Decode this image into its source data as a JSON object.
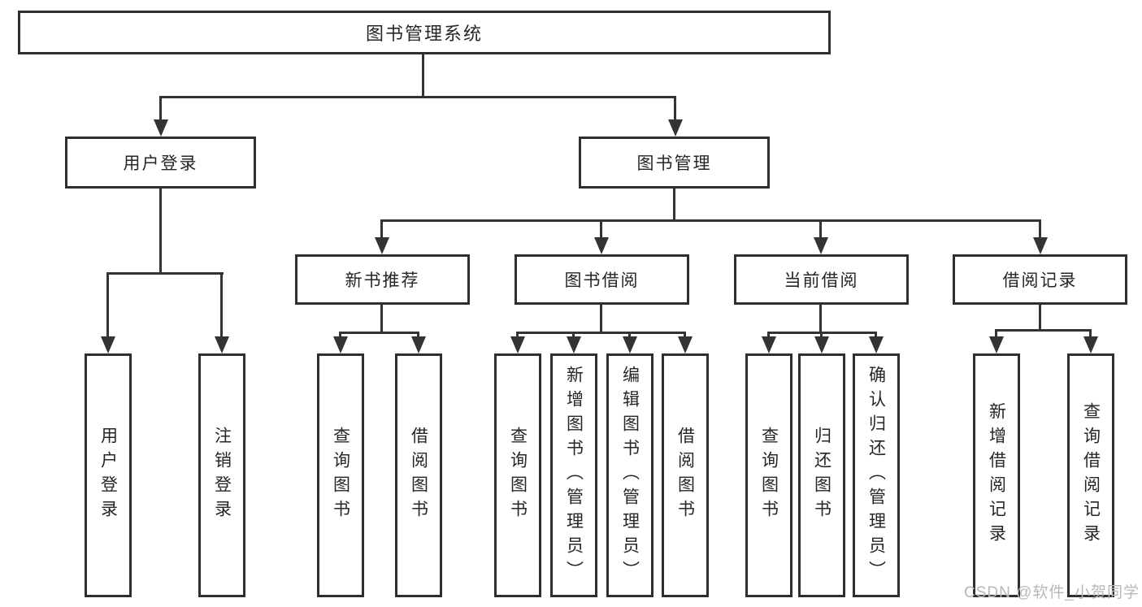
{
  "root": {
    "label": "图书管理系统"
  },
  "branches": [
    {
      "label": "用户登录",
      "children": [
        {
          "label": "用户登录"
        },
        {
          "label": "注销登录"
        }
      ]
    },
    {
      "label": "图书管理",
      "children": [
        {
          "label": "新书推荐",
          "children": [
            {
              "label": "查询图书"
            },
            {
              "label": "借阅图书"
            }
          ]
        },
        {
          "label": "图书借阅",
          "children": [
            {
              "label": "查询图书"
            },
            {
              "label": "新增图书（管理员）"
            },
            {
              "label": "编辑图书（管理员）"
            },
            {
              "label": "借阅图书"
            }
          ]
        },
        {
          "label": "当前借阅",
          "children": [
            {
              "label": "查询图书"
            },
            {
              "label": "归还图书"
            },
            {
              "label": "确认归还（管理员）"
            }
          ]
        },
        {
          "label": "借阅记录",
          "children": [
            {
              "label": "新增借阅记录"
            },
            {
              "label": "查询借阅记录"
            }
          ]
        }
      ]
    }
  ],
  "watermark": {
    "text": "CSDN @软件_小贺同学"
  },
  "colors": {
    "line": "#333333",
    "border": "#2f2f2f",
    "text": "#262626",
    "watermark": "#b8b8b8",
    "background": "#ffffff"
  }
}
